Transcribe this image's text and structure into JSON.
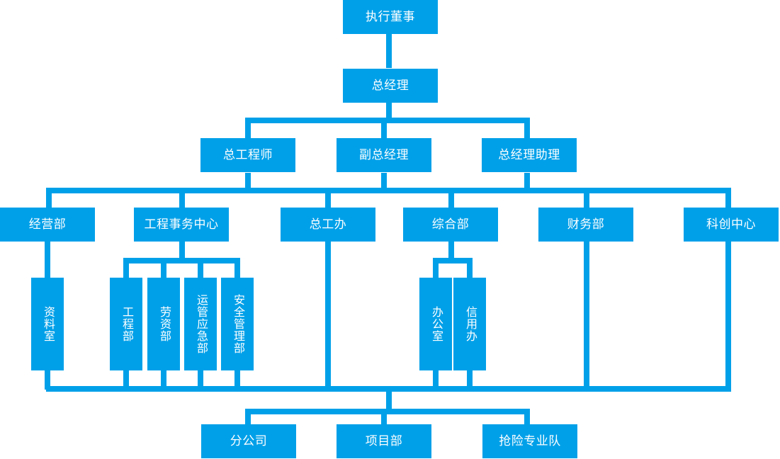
{
  "chart_title": "",
  "theme": {
    "node_fill": "#00a0e9",
    "node_text": "#ffffff",
    "connector": "#00a0e9",
    "background": "#ffffff"
  },
  "nodes": {
    "executive_director": {
      "label": "执行董事",
      "level": 1
    },
    "general_manager": {
      "label": "总经理",
      "level": 2
    },
    "chief_engineer": {
      "label": "总工程师",
      "level": 3
    },
    "deputy_general_manager": {
      "label": "副总经理",
      "level": 3
    },
    "gm_assistant": {
      "label": "总经理助理",
      "level": 3
    },
    "management_dept": {
      "label": "经营部",
      "level": 4
    },
    "engineering_affairs_center": {
      "label": "工程事务中心",
      "level": 4
    },
    "chief_engineer_office": {
      "label": "总工办",
      "level": 4
    },
    "general_affairs_dept": {
      "label": "综合部",
      "level": 4
    },
    "finance_dept": {
      "label": "财务部",
      "level": 4
    },
    "sci_tech_innovation_center": {
      "label": "科创中心",
      "level": 4
    },
    "archives_room": {
      "label": "资料室",
      "level": 5,
      "orientation": "vertical"
    },
    "engineering_dept": {
      "label": "工程部",
      "level": 5,
      "orientation": "vertical"
    },
    "labor_wages_dept": {
      "label": "劳资部",
      "level": 5,
      "orientation": "vertical"
    },
    "operations_emergency_dept": {
      "label": "运管应急部",
      "level": 5,
      "orientation": "vertical"
    },
    "safety_management_dept": {
      "label": "安全管理部",
      "level": 5,
      "orientation": "vertical"
    },
    "office_room": {
      "label": "办公室",
      "level": 5,
      "orientation": "vertical"
    },
    "credit_office": {
      "label": "信用办",
      "level": 5,
      "orientation": "vertical"
    },
    "branch_company": {
      "label": "分公司",
      "level": 6
    },
    "project_dept": {
      "label": "项目部",
      "level": 6
    },
    "emergency_rescue_team": {
      "label": "抢险专业队",
      "level": 6
    }
  },
  "edges": [
    {
      "from": "executive_director",
      "to": "general_manager"
    },
    {
      "from": "general_manager",
      "to": "chief_engineer"
    },
    {
      "from": "general_manager",
      "to": "deputy_general_manager"
    },
    {
      "from": "general_manager",
      "to": "gm_assistant"
    },
    {
      "from": "chief_engineer",
      "to": "management_dept"
    },
    {
      "from": "chief_engineer",
      "to": "engineering_affairs_center"
    },
    {
      "from": "deputy_general_manager",
      "to": "chief_engineer_office"
    },
    {
      "from": "deputy_general_manager",
      "to": "general_affairs_dept"
    },
    {
      "from": "gm_assistant",
      "to": "finance_dept"
    },
    {
      "from": "gm_assistant",
      "to": "sci_tech_innovation_center"
    },
    {
      "from": "management_dept",
      "to": "archives_room"
    },
    {
      "from": "engineering_affairs_center",
      "to": "engineering_dept"
    },
    {
      "from": "engineering_affairs_center",
      "to": "labor_wages_dept"
    },
    {
      "from": "engineering_affairs_center",
      "to": "operations_emergency_dept"
    },
    {
      "from": "engineering_affairs_center",
      "to": "safety_management_dept"
    },
    {
      "from": "general_affairs_dept",
      "to": "office_room"
    },
    {
      "from": "general_affairs_dept",
      "to": "credit_office"
    },
    {
      "from": "archives_room",
      "to": "branch_company"
    },
    {
      "from": "archives_room",
      "to": "project_dept"
    },
    {
      "from": "archives_room",
      "to": "emergency_rescue_team"
    }
  ]
}
